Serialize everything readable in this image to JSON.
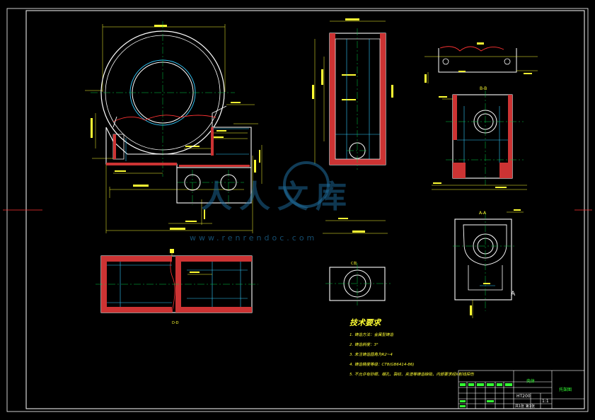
{
  "drawing": {
    "colors": {
      "background": "#000000",
      "outline": "#ffffff",
      "centerline": "#00cc44",
      "dimension": "#ffff33",
      "hidden": "#33ccff",
      "section": "#cc3333",
      "break_line": "#ff3333",
      "watermark": "#1f6fa0",
      "title_block": "#33ff33"
    },
    "views": [
      "main-view",
      "top-section-view",
      "side-view",
      "section-a-a",
      "section-b-b",
      "rib-section",
      "partial-top-view",
      "boss-view"
    ],
    "section_labels": {
      "b_b": "B-B",
      "a_a": "A-A",
      "bottom": "D-D",
      "detail": "C向",
      "view_arrow": "A"
    }
  },
  "tech_requirements": {
    "title": "技术要求",
    "items": [
      "1. 铸造方法：金属型铸造",
      "2. 铸造斜度：3°",
      "3. 未注铸造圆角为R2~4",
      "4. 铸造精度等级：CT8(GB6414-86)",
      "5. 不允许有砂眼、缩孔、裂纹、夹渣等铸造缺陷，内部要求经X射线探伤"
    ]
  },
  "watermark": {
    "brand": "人人文库",
    "url": "www.renrendoc.com"
  },
  "title_block": {
    "part_name": "壳体",
    "drawing_no": "托架图",
    "material": "HT200",
    "scale": "1:1",
    "sheet": "共1张 第1张"
  }
}
